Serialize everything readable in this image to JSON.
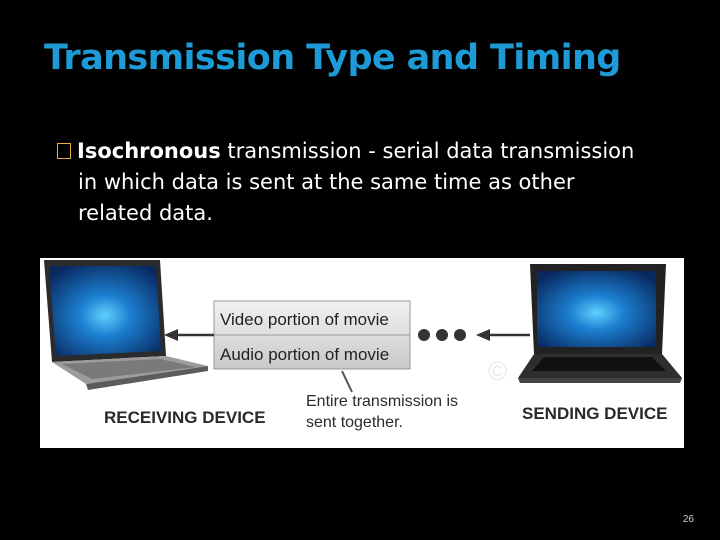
{
  "slide": {
    "title": "Transmission Type and Timing",
    "bullet": {
      "term": "Isochronous",
      "line1_rest": " transmission - serial data transmission",
      "line2": "in which data is sent at the same time as other",
      "line3": "related data."
    },
    "figure": {
      "video_label": "Video portion of movie",
      "audio_label": "Audio portion of movie",
      "receiving_label": "RECEIVING DEVICE",
      "sending_label": "SENDING DEVICE",
      "caption_line1": "Entire transmission is",
      "caption_line2": "sent together.",
      "watermark": "©"
    },
    "page_number": "26",
    "colors": {
      "title": "#1e9ad6",
      "bullet": "#e8b23a",
      "background": "#000000"
    }
  }
}
